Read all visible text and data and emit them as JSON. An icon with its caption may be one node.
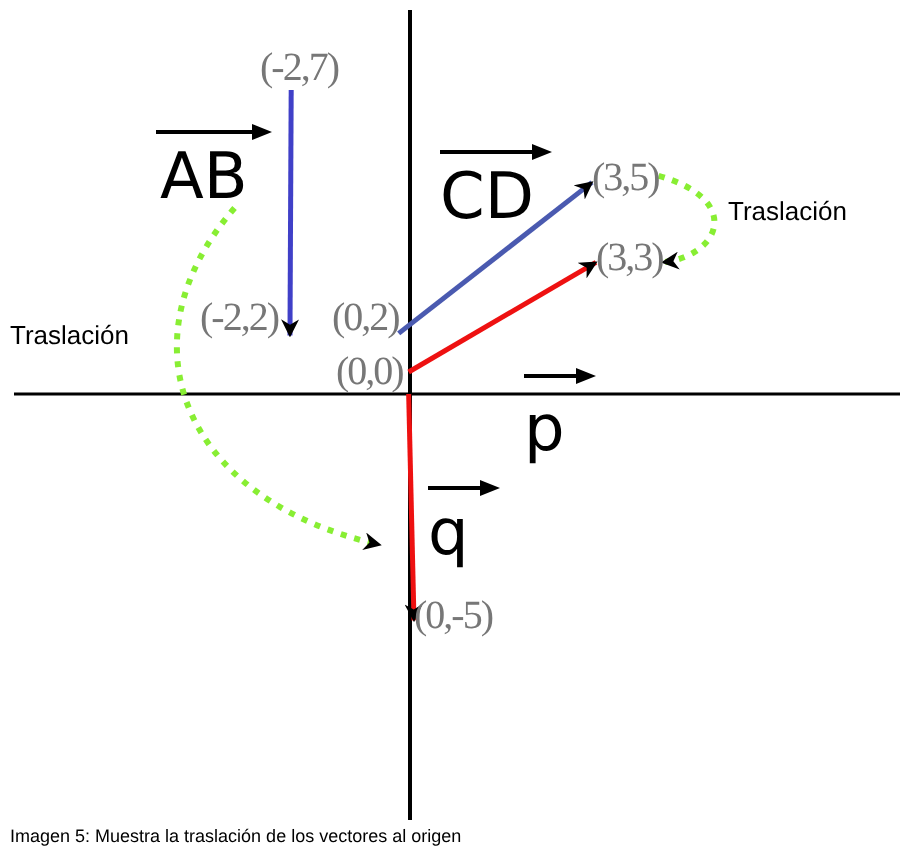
{
  "diagram": {
    "caption": "Imagen 5: Muestra la traslación de los vectores al origen",
    "nodes": [
      {
        "text": [
          "(-2,7)"
        ]
      },
      {
        "text": [
          "(-2,2)"
        ]
      },
      {
        "text": [
          "(0,2)"
        ]
      },
      {
        "text": [
          "(3,5)"
        ]
      },
      {
        "text": [
          "(0,0)"
        ]
      },
      {
        "text": [
          "(3,3)"
        ]
      },
      {
        "text": [
          "(0,-5)"
        ]
      },
      {
        "text": [
          "AB"
        ]
      },
      {
        "text": [
          "CD"
        ]
      },
      {
        "text": [
          "p"
        ]
      },
      {
        "text": [
          "q"
        ]
      }
    ],
    "edges": [
      {
        "from": 0,
        "to": 1,
        "arrow": "to",
        "color": "#4040c8"
      },
      {
        "from": 2,
        "to": 3,
        "arrow": "to",
        "color": "#4a5ab0"
      },
      {
        "from": 4,
        "to": 5,
        "arrow": "to",
        "color": "#ee1111"
      },
      {
        "from": 4,
        "to": 6,
        "arrow": "to",
        "color": "#ee1111"
      },
      {
        "from": 7,
        "to": 10,
        "arrow": "to",
        "style": "dashed",
        "color": "#88ee33"
      },
      {
        "from": 3,
        "to": 5,
        "arrow": "to",
        "style": "dashed",
        "color": "#88ee33"
      }
    ],
    "labels": [
      "Traslación",
      "Traslación"
    ]
  }
}
